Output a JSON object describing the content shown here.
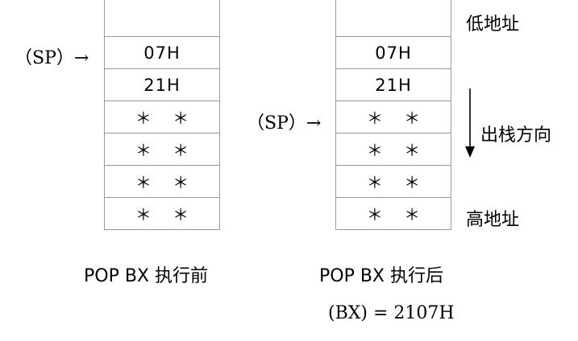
{
  "left_stack": {
    "cells": [
      "",
      "07H",
      "21H",
      "＊ ＊",
      "＊ ＊",
      "＊ ＊",
      "＊ ＊"
    ],
    "sp_label": "（SP）→",
    "caption": "POP  BX 执行前"
  },
  "right_stack": {
    "cells": [
      "",
      "07H",
      "21H",
      "＊ ＊",
      "＊ ＊",
      "＊ ＊",
      "＊ ＊"
    ],
    "sp_label": "（SP）→",
    "caption": "POP  BX 执行后",
    "result": "(BX) = 2107H"
  },
  "annotations": {
    "low_address": "低地址",
    "high_address": "高地址",
    "direction": "出栈方向"
  }
}
